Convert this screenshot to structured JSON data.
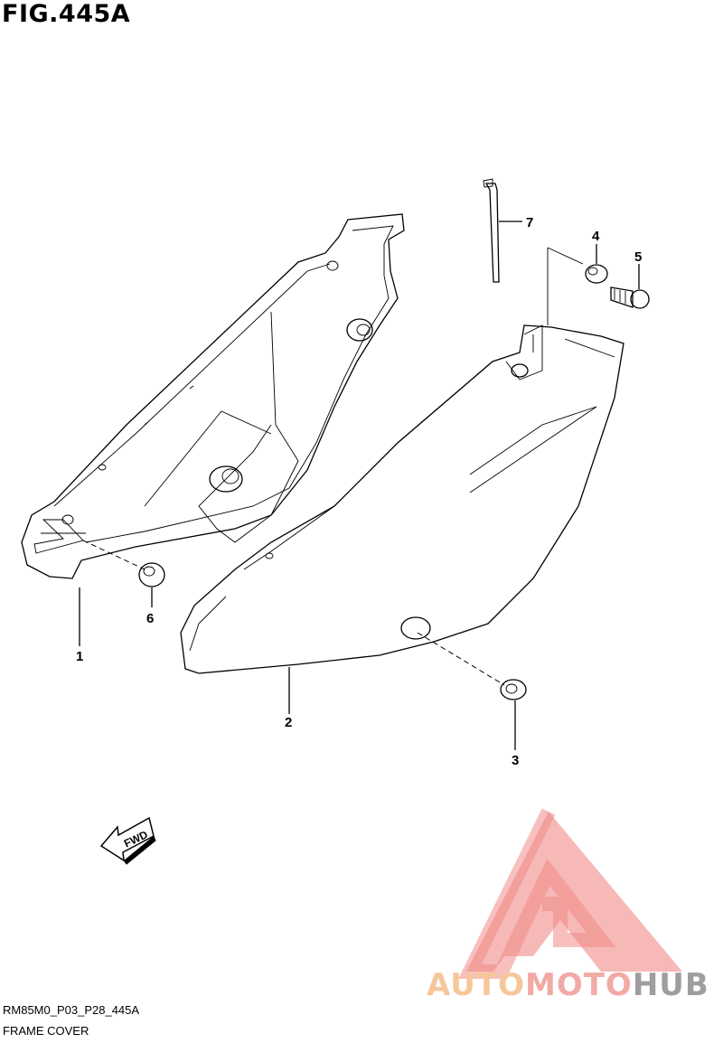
{
  "figure": {
    "title": "FIG.445A"
  },
  "callouts": [
    "1",
    "2",
    "3",
    "4",
    "5",
    "6",
    "7"
  ],
  "fwd_label": "FWD",
  "footer": {
    "code": "RM85M0_P03_P28_445A",
    "name": "FRAME COVER"
  },
  "watermark": {
    "part1": "AUTO",
    "part2": "MOTO",
    "part3": "HUB",
    "colors": {
      "auto": "#f6c79a",
      "moto": "#f3a9a4",
      "hub": "#9e9e9e",
      "logo": "#f08a87"
    }
  }
}
